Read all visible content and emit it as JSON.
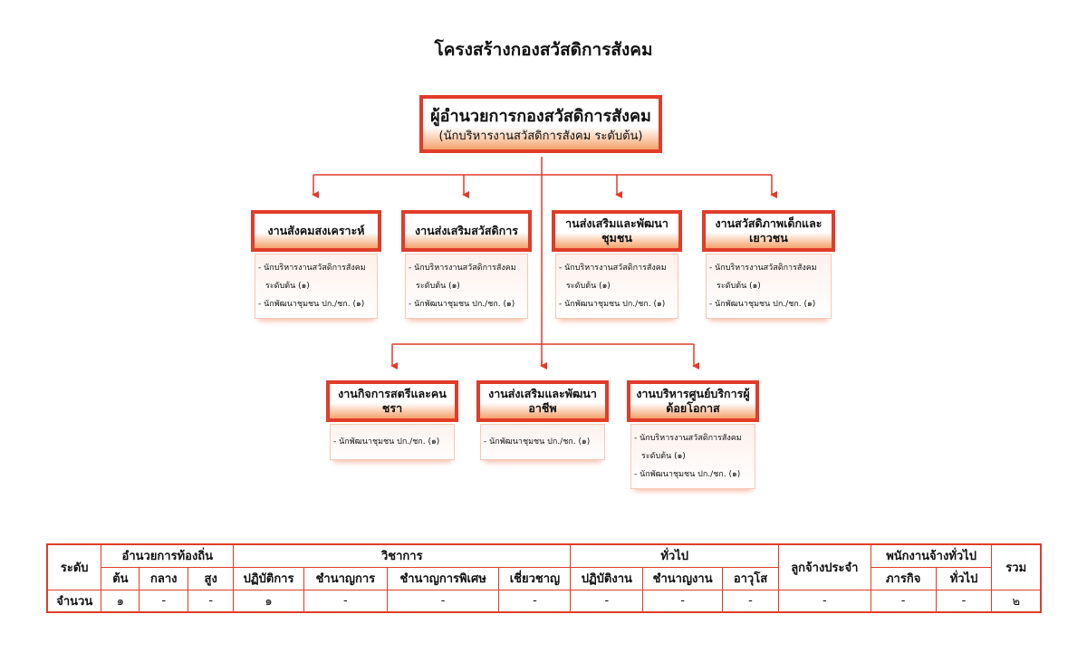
{
  "title": "โครงสร้างกองสวัสดิการสังคม",
  "director": {
    "title": "ผู้อำนวยการกองสวัสดิการสังคม",
    "subtitle": "(นักบริหารงานสวัสดิการสังคม ระดับต้น)"
  },
  "departments_row1": [
    {
      "name": "งานสังคมสงเคราะห์",
      "staff": [
        "- นักบริหารงานสวัสดิการสังคม",
        "ระดับต้น (๑)",
        "- นักพัฒนาชุมชน ปก./ชก. (๑)"
      ]
    },
    {
      "name": "งานส่งเสริมสวัสดิการ",
      "staff": [
        "- นักบริหารงานสวัสดิการสังคม",
        "ระดับต้น (๑)",
        "- นักพัฒนาชุมชน ปก./ชก. (๑)"
      ]
    },
    {
      "name": "านส่งเสริมและพัฒนาชุมชน",
      "staff": [
        "- นักบริหารงานสวัสดิการสังคม",
        "ระดับต้น (๑)",
        "- นักพัฒนาชุมชน ปก./ชก. (๑)"
      ]
    },
    {
      "name": "งานสวัสดิภาพเด็กและเยาวชน",
      "staff": [
        "- นักบริหารงานสวัสดิการสังคม",
        "ระดับต้น (๑)",
        "- นักพัฒนาชุมชน ปก./ชก. (๑)"
      ]
    }
  ],
  "departments_row2": [
    {
      "name": "งานกิจการสตรีและคนชรา",
      "staff": [
        "- นักพัฒนาชุมชน ปก./ชก. (๑)"
      ]
    },
    {
      "name": "งานส่งเสริมและพัฒนาอาชีพ",
      "staff": [
        "- นักพัฒนาชุมชน ปก./ชก. (๑)"
      ]
    },
    {
      "name": "งานบริหารศูนย์บริการผู้ด้อยโอกาส",
      "staff": [
        "- นักบริหารงานสวัสดิการสังคม",
        "ระดับต้น (๑)",
        "- นักพัฒนาชุมชน ปก./ชก. (๑)"
      ]
    }
  ],
  "summary": {
    "level_header": "ระดับ",
    "local_admin": "อำนวยการท้องถิ่น",
    "local_admin_cols": [
      "ต้น",
      "กลาง",
      "สูง"
    ],
    "academic": "วิชาการ",
    "academic_cols": [
      "ปฏิบัติการ",
      "ชำนาญการ",
      "ชำนาญการพิเศษ",
      "เชี่ยวชาญ"
    ],
    "general": "ทั่วไป",
    "general_cols": [
      "ปฏิบัติงาน",
      "ชำนาญงาน",
      "อาวุโส"
    ],
    "permanent_employee": "ลูกจ้างประจำ",
    "general_employee": "พนักงานจ้างทั่วไป",
    "general_employee_cols": [
      "ภารกิจ",
      "ทั่วไป"
    ],
    "total_header": "รวม",
    "count_label": "จำนวน",
    "counts": [
      "๑",
      "-",
      "-",
      "๑",
      "-",
      "-",
      "-",
      "-",
      "-",
      "-",
      "-",
      "-",
      "-",
      "๒"
    ]
  }
}
